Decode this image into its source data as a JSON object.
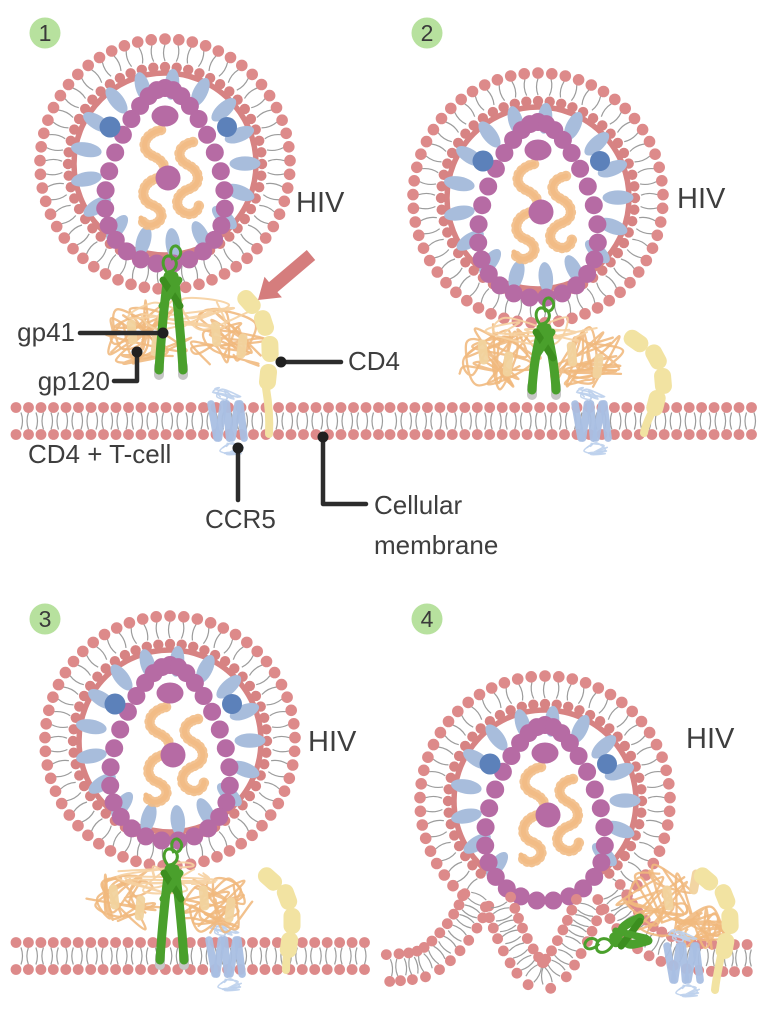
{
  "diagram": {
    "steps": [
      {
        "number": "1"
      },
      {
        "number": "2"
      },
      {
        "number": "3"
      },
      {
        "number": "4"
      }
    ]
  },
  "labels": {
    "hiv": "HIV",
    "gp41": "gp41",
    "gp120": "gp120",
    "cd4_receptor": "CD4",
    "ccr5": "CCR5",
    "host_cell": "CD4 + T-cell",
    "cellular_membrane_line1": "Cellular",
    "cellular_membrane_line2": "membrane"
  },
  "colors": {
    "background": "#ffffff",
    "step_badge": "#b7e19e",
    "step_number": "#3a3a3a",
    "text": "#3e3e3e",
    "leader_line": "#2c2c2c",
    "lipid_head": "#dd8a8a",
    "lipid_tail": "#9c9c9c",
    "inner_ring": "#d78383",
    "matrix": "#a8bddc",
    "capsid": "#b66ba4",
    "rna": "#f2bc86",
    "nucleoprotein": "#5c81ba",
    "gp120": "#f0b87d",
    "gp120_light": "#f6d0a0",
    "gp120_pillar": "#f1d39e",
    "gp41": "#4aa02c",
    "gp41_dark": "#3c8e1f",
    "gp41_tip": "#c6c6c6",
    "cd4": "#f2e3a2",
    "ccr5": "#a9bfe3",
    "ccr5_light": "#bcd0ec",
    "arrow": "#d57d7d"
  }
}
